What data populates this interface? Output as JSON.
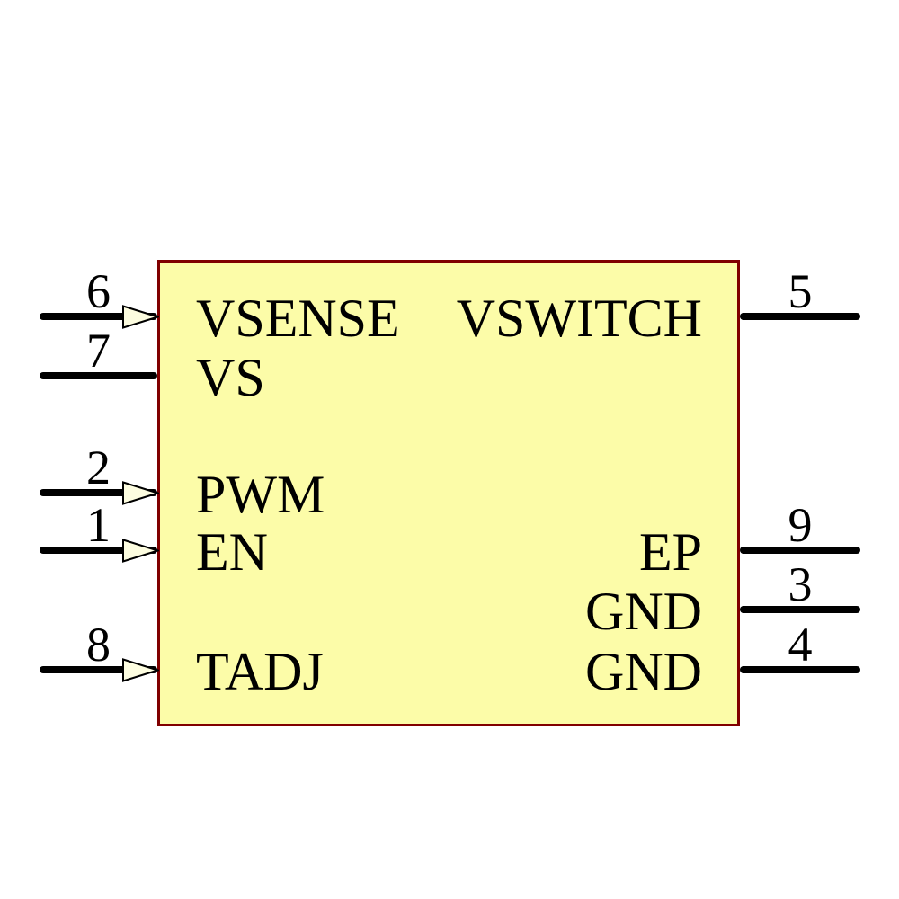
{
  "colors": {
    "background": "#FFFFFF",
    "body_fill": "#FCFCA8",
    "body_border": "#800000",
    "wire": "#000000",
    "text": "#000000",
    "arrow_fill": "#FDFDE0"
  },
  "icons": {
    "input_arrow": "right-pointing-triangle"
  },
  "pins": {
    "left": [
      {
        "number": "6",
        "label": "VSENSE",
        "direction": "input"
      },
      {
        "number": "7",
        "label": "VS",
        "direction": "passive"
      },
      {
        "number": "2",
        "label": "PWM",
        "direction": "input"
      },
      {
        "number": "1",
        "label": "EN",
        "direction": "input"
      },
      {
        "number": "8",
        "label": "TADJ",
        "direction": "input"
      }
    ],
    "right": [
      {
        "number": "5",
        "label": "VSWITCH",
        "direction": "passive"
      },
      {
        "number": "9",
        "label": "EP",
        "direction": "passive"
      },
      {
        "number": "3",
        "label": "GND",
        "direction": "passive"
      },
      {
        "number": "4",
        "label": "GND",
        "direction": "passive"
      }
    ]
  }
}
